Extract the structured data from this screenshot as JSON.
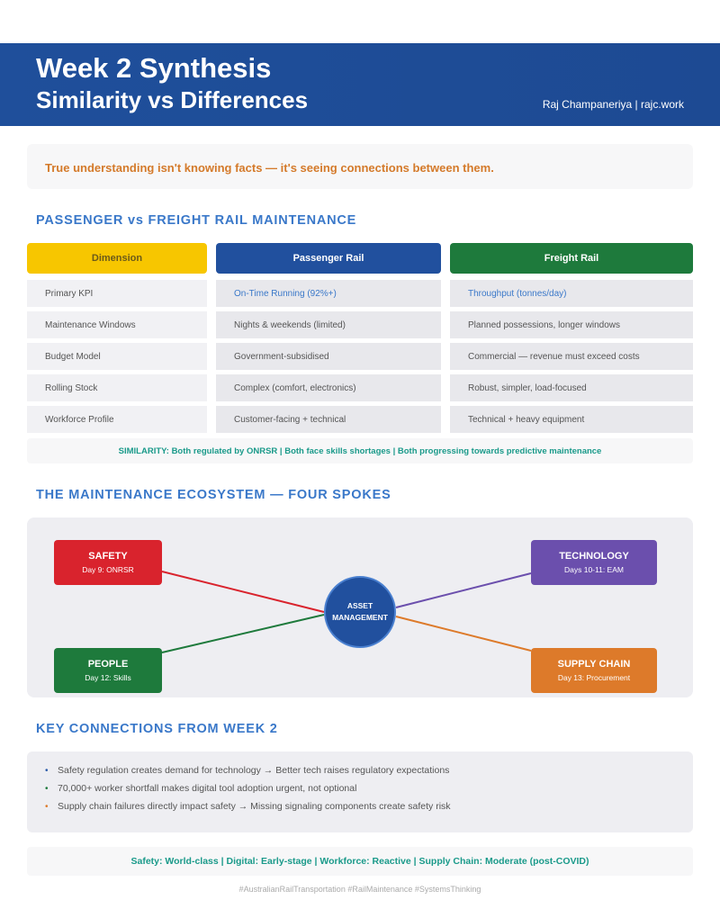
{
  "header": {
    "title_line1": "Week 2 Synthesis",
    "title_line2": "Similarity vs Differences",
    "author": "Raj Champaneriya | rajc.work",
    "bg_color": "#1f4f9b"
  },
  "quote": "True understanding isn't knowing facts — it's seeing connections between them.",
  "comparison": {
    "section_title": "PASSENGER vs FREIGHT RAIL MAINTENANCE",
    "headers": [
      "Dimension",
      "Passenger Rail",
      "Freight Rail"
    ],
    "rows": [
      [
        "Primary KPI",
        "On-Time Running (92%+)",
        "Throughput (tonnes/day)"
      ],
      [
        "Maintenance Windows",
        "Nights & weekends (limited)",
        "Planned possessions, longer windows"
      ],
      [
        "Budget Model",
        "Government-subsidised",
        "Commercial — revenue must exceed costs"
      ],
      [
        "Rolling Stock",
        "Complex (comfort, electronics)",
        "Robust, simpler, load-focused"
      ],
      [
        "Workforce Profile",
        "Customer-facing + technical",
        "Technical + heavy equipment"
      ]
    ],
    "similarity": "SIMILARITY: Both regulated by ONRSR | Both face skills shortages | Both progressing towards predictive maintenance"
  },
  "ecosystem": {
    "section_title": "THE MAINTENANCE ECOSYSTEM — FOUR SPOKES",
    "hub_line1": "ASSET",
    "hub_line2": "MANAGEMENT",
    "spokes": {
      "safety": {
        "title": "SAFETY",
        "sub": "Day 9: ONRSR",
        "color": "#d9232d"
      },
      "technology": {
        "title": "TECHNOLOGY",
        "sub": "Days 10-11: EAM",
        "color": "#6b4fad"
      },
      "people": {
        "title": "PEOPLE",
        "sub": "Day 12: Skills",
        "color": "#1e7a3c"
      },
      "supply": {
        "title": "SUPPLY CHAIN",
        "sub": "Day 13: Procurement",
        "color": "#dd7a2a"
      }
    }
  },
  "connections": {
    "section_title": "KEY CONNECTIONS FROM WEEK 2",
    "items": [
      {
        "text": "Safety regulation creates demand for technology → Better tech raises regulatory expectations",
        "bullet_color": "#2a5aa8"
      },
      {
        "text": "70,000+ worker shortfall makes digital tool adoption urgent, not optional",
        "bullet_color": "#1e7a3c"
      },
      {
        "text": "Supply chain failures directly impact safety → Missing signaling components create safety risk",
        "bullet_color": "#dd7a2a"
      }
    ]
  },
  "summary": "Safety: World-class | Digital: Early-stage | Workforce: Reactive | Supply Chain: Moderate (post-COVID)",
  "tags": "#AustralianRailTransportation #RailMaintenance #SystemsThinking"
}
